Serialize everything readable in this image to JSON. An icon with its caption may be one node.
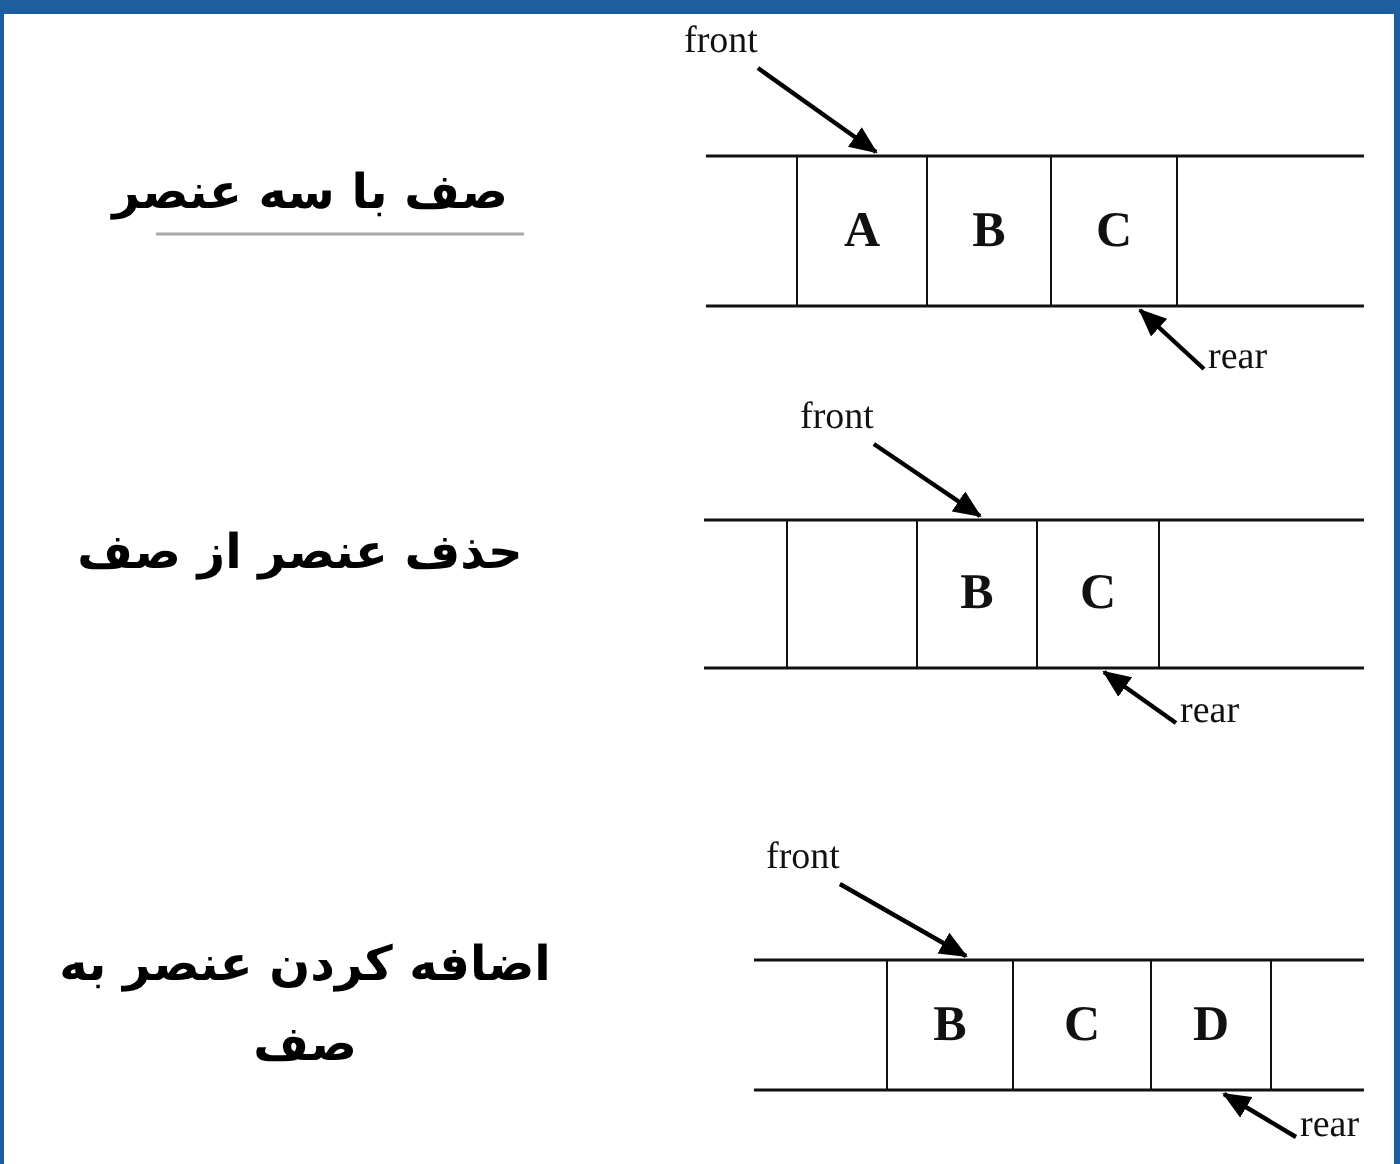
{
  "diagram": {
    "nodes": [
      {
        "text": [
          "front"
        ]
      },
      {
        "text": [
          "A"
        ]
      },
      {
        "text": [
          "B"
        ]
      },
      {
        "text": [
          "C"
        ]
      },
      {
        "text": [
          "rear"
        ]
      },
      {
        "text": [
          "front"
        ]
      },
      {
        "text": [],
        "shape": "box"
      },
      {
        "text": [
          "B"
        ]
      },
      {
        "text": [
          "C"
        ]
      },
      {
        "text": [
          "rear"
        ]
      },
      {
        "text": [
          "front"
        ]
      },
      {
        "text": [
          "B"
        ]
      },
      {
        "text": [
          "C"
        ]
      },
      {
        "text": [
          "D"
        ]
      },
      {
        "text": [
          "rear"
        ]
      }
    ],
    "edges": [
      {
        "from": 0,
        "to": 1,
        "arrow": "to"
      },
      {
        "from": 4,
        "to": 3,
        "arrow": "to"
      },
      {
        "from": 5,
        "to": 7,
        "arrow": "to"
      },
      {
        "from": 9,
        "to": 8,
        "arrow": "to"
      },
      {
        "from": 10,
        "to": 11,
        "arrow": "to"
      },
      {
        "from": 14,
        "to": 13,
        "arrow": "to"
      }
    ],
    "labels": [
      "صف با سه عنصر",
      "حذف عنصر از صف",
      "اضافه کردن عنصر به صف"
    ]
  }
}
